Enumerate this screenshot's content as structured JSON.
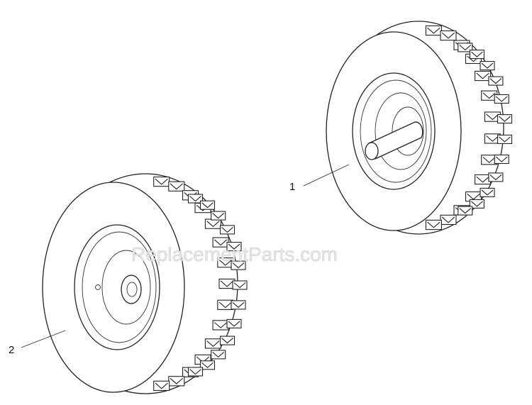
{
  "watermark": {
    "text": "ReplacementParts.com"
  },
  "parts": [
    {
      "callout": "1"
    },
    {
      "callout": "2"
    }
  ],
  "colors": {
    "ink": "#222222",
    "background": "#ffffff",
    "watermark": "#e6e6e6"
  }
}
